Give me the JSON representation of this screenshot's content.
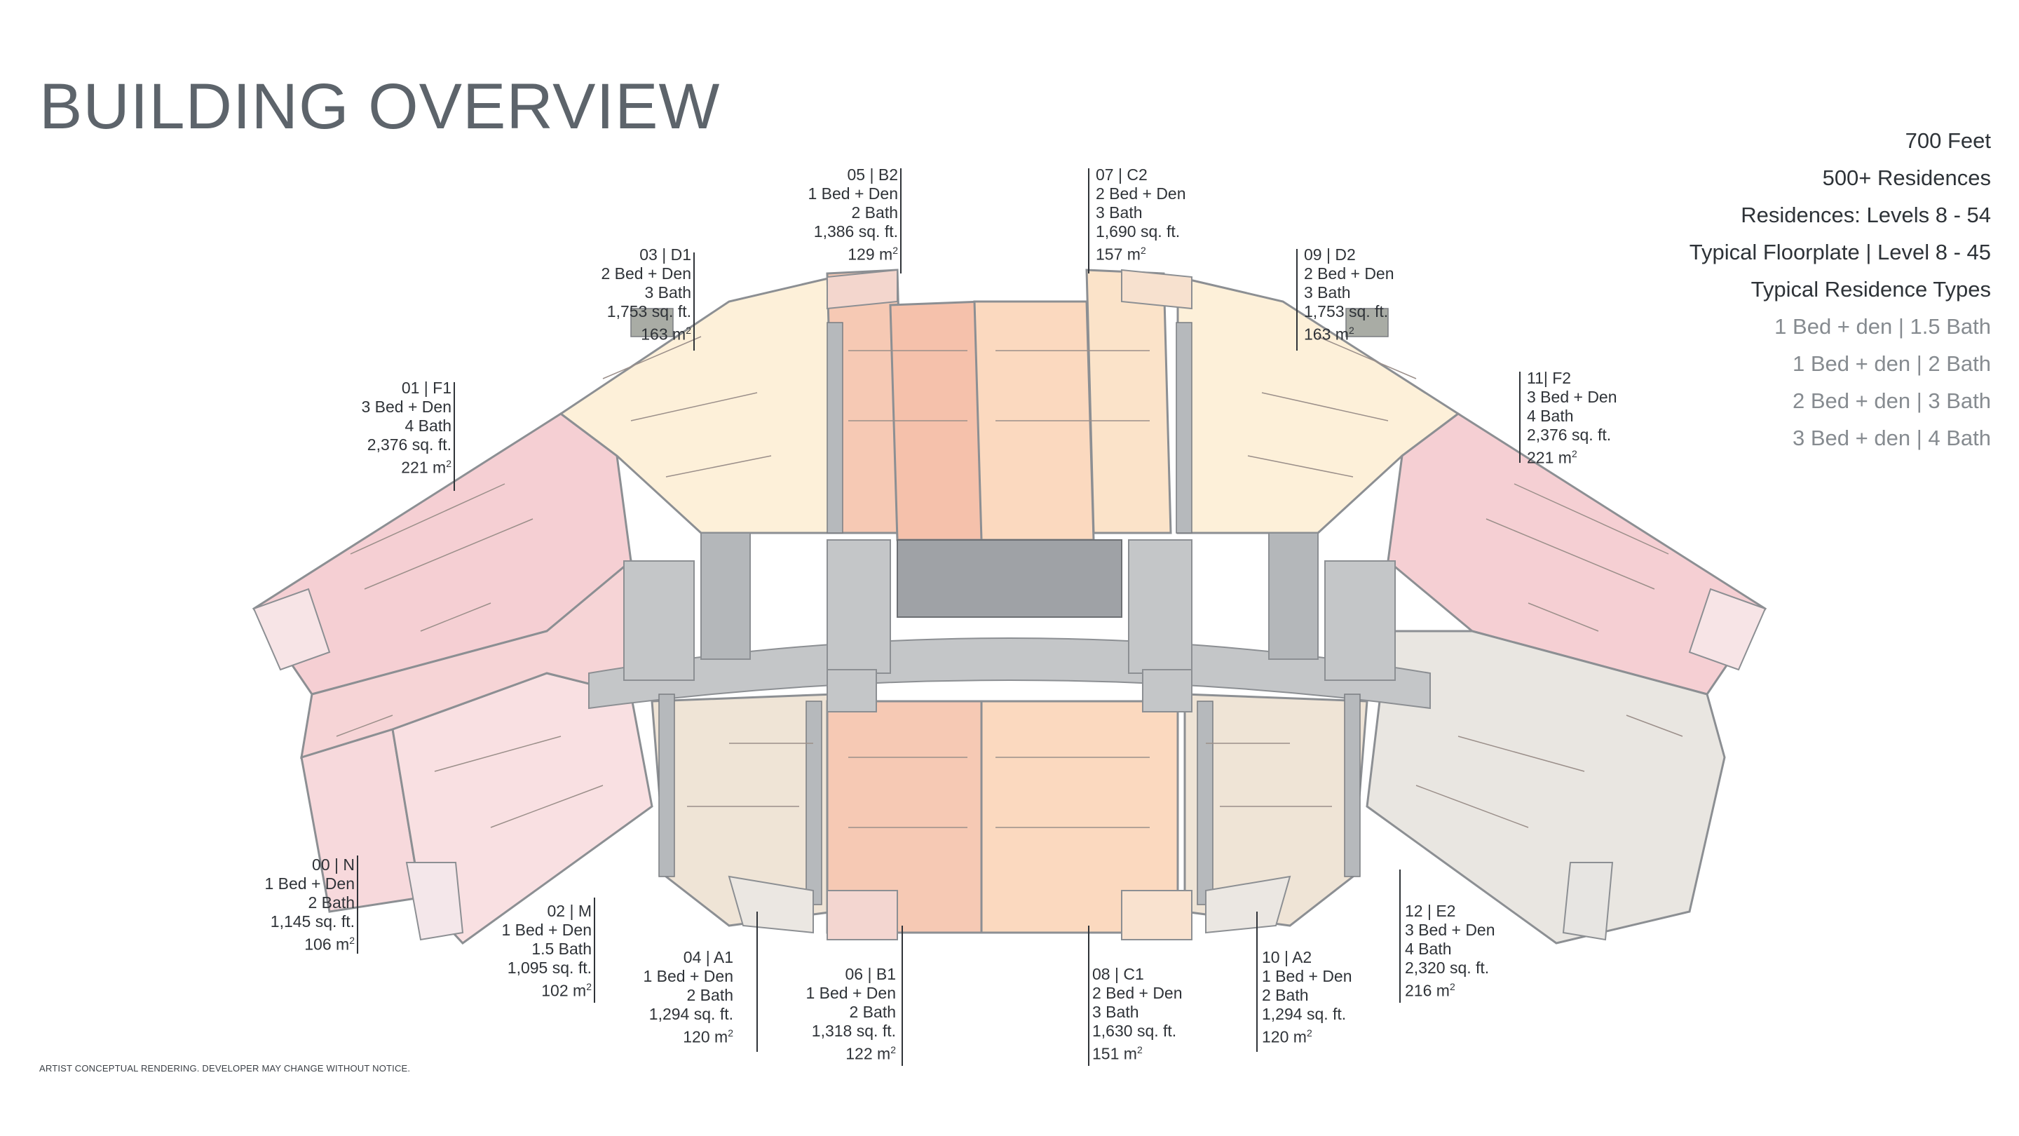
{
  "header": {
    "title": "BUILDING OVERVIEW"
  },
  "stats": {
    "height": "700 Feet",
    "residences": "500+ Residences",
    "levels": "Residences: Levels 8 - 54",
    "floorplate": "Typical Floorplate | Level 8 - 45",
    "types_heading": "Typical Residence Types",
    "types": [
      "1 Bed + den | 1.5 Bath",
      "1 Bed + den | 2 Bath",
      "2 Bed + den | 3 Bath",
      "3 Bed + den | 4 Bath"
    ]
  },
  "disclaimer": "ARTIST CONCEPTUAL RENDERING. DEVELOPER MAY CHANGE WITHOUT NOTICE.",
  "colors": {
    "pink": "#f5cfd3",
    "peach": "#fbe3c9",
    "cream": "#fdf0d9",
    "salmon": "#f6c9b4",
    "tan": "#efe4d6",
    "gray_unit": "#e9e6e1",
    "core": "#c4c6c8",
    "walls": "#8c8f93"
  },
  "units": [
    {
      "id": "01 | F1",
      "beds": "3 Bed + Den",
      "baths": "4 Bath",
      "sqft": "2,376 sq. ft.",
      "sqm": "221 m",
      "unit": "2"
    },
    {
      "id": "03 | D1",
      "beds": "2 Bed + Den",
      "baths": "3 Bath",
      "sqft": "1,753 sq. ft.",
      "sqm": "163 m",
      "unit": "2"
    },
    {
      "id": "05 | B2",
      "beds": "1 Bed + Den",
      "baths": "2 Bath",
      "sqft": "1,386 sq. ft.",
      "sqm": "129 m",
      "unit": "2"
    },
    {
      "id": "07 | C2",
      "beds": "2 Bed + Den",
      "baths": "3 Bath",
      "sqft": "1,690 sq. ft.",
      "sqm": "157 m",
      "unit": "2"
    },
    {
      "id": "09 | D2",
      "beds": "2 Bed + Den",
      "baths": "3 Bath",
      "sqft": "1,753 sq. ft.",
      "sqm": "163 m",
      "unit": "2"
    },
    {
      "id": "11| F2",
      "beds": "3 Bed + Den",
      "baths": "4 Bath",
      "sqft": "2,376 sq. ft.",
      "sqm": "221 m",
      "unit": "2"
    },
    {
      "id": "00 | N",
      "beds": "1 Bed + Den",
      "baths": "2 Bath",
      "sqft": "1,145 sq. ft.",
      "sqm": "106 m",
      "unit": "2"
    },
    {
      "id": "02 | M",
      "beds": "1 Bed + Den",
      "baths": "1.5 Bath",
      "sqft": "1,095 sq. ft.",
      "sqm": "102 m",
      "unit": "2"
    },
    {
      "id": "04 | A1",
      "beds": "1 Bed + Den",
      "baths": "2 Bath",
      "sqft": "1,294 sq. ft.",
      "sqm": "120 m",
      "unit": "2"
    },
    {
      "id": "06 | B1",
      "beds": "1 Bed + Den",
      "baths": "2 Bath",
      "sqft": "1,318 sq. ft.",
      "sqm": "122 m",
      "unit": "2"
    },
    {
      "id": "08 | C1",
      "beds": "2 Bed + Den",
      "baths": "3 Bath",
      "sqft": "1,630 sq. ft.",
      "sqm": "151 m",
      "unit": "2"
    },
    {
      "id": "10 | A2",
      "beds": "1 Bed + Den",
      "baths": "2 Bath",
      "sqft": "1,294 sq. ft.",
      "sqm": "120 m",
      "unit": "2"
    },
    {
      "id": "12 | E2",
      "beds": "3 Bed + Den",
      "baths": "4 Bath",
      "sqft": "2,320 sq. ft.",
      "sqm": "216 m",
      "unit": "2"
    }
  ]
}
